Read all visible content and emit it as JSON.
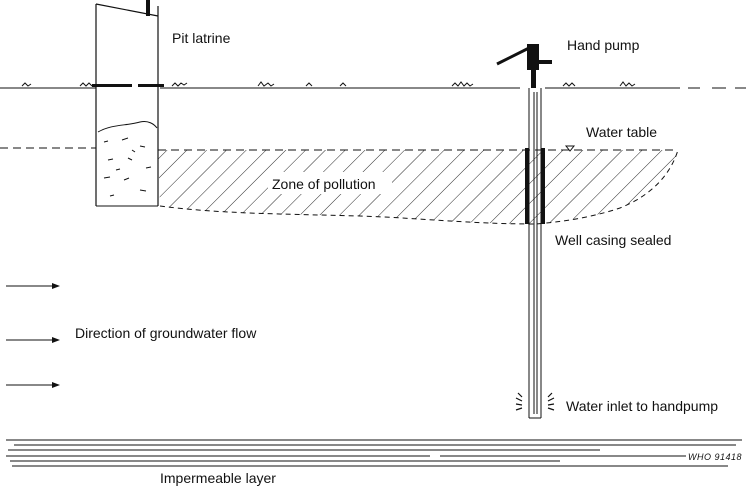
{
  "labels": {
    "pit_latrine": "Pit latrine",
    "hand_pump": "Hand pump",
    "water_table": "Water table",
    "zone_of_pollution": "Zone of pollution",
    "well_casing_sealed": "Well casing sealed",
    "groundwater_flow": "Direction of groundwater flow",
    "water_inlet": "Water inlet to handpump",
    "impermeable_layer": "Impermeable layer",
    "who_ref": "WHO 91418"
  },
  "colors": {
    "ink": "#111111",
    "background": "#ffffff"
  }
}
